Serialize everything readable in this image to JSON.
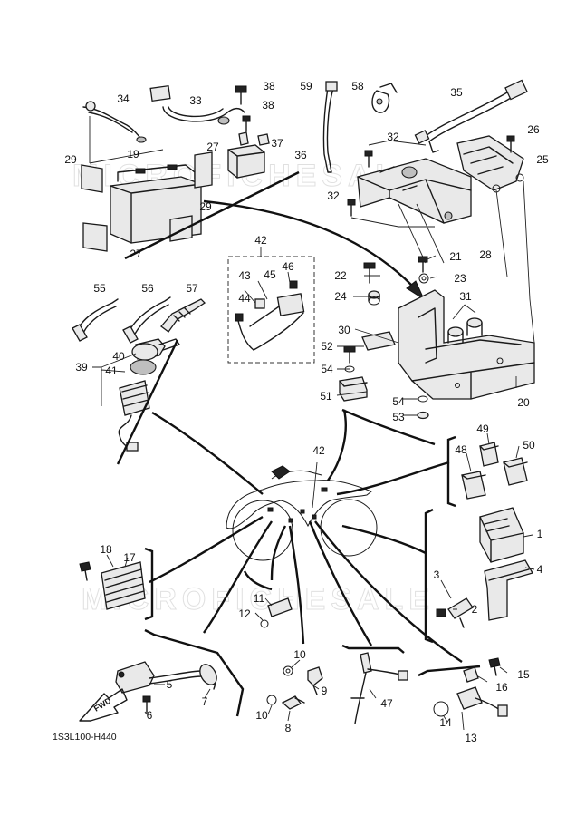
{
  "diagram_code": "1S3L100-H440",
  "fwd_label": "FWD",
  "watermark": "MICROFICHESALE",
  "callouts": {
    "c1": "1",
    "c2": "2",
    "c3": "3",
    "c4": "4",
    "c5": "5",
    "c6": "6",
    "c7": "7",
    "c8": "8",
    "c9": "9",
    "c10a": "10",
    "c10b": "10",
    "c11": "11",
    "c12": "12",
    "c13": "13",
    "c14": "14",
    "c15": "15",
    "c16": "16",
    "c17": "17",
    "c18": "18",
    "c19": "19",
    "c20": "20",
    "c21": "21",
    "c22": "22",
    "c23": "23",
    "c24": "24",
    "c25": "25",
    "c26": "26",
    "c27a": "27",
    "c27b": "27",
    "c28": "28",
    "c29a": "29",
    "c29b": "29",
    "c30": "30",
    "c31": "31",
    "c32a": "32",
    "c32b": "32",
    "c33": "33",
    "c34": "34",
    "c35": "35",
    "c36": "36",
    "c37": "37",
    "c38a": "38",
    "c38b": "38",
    "c39": "39",
    "c40": "40",
    "c41": "41",
    "c42a": "42",
    "c42b": "42",
    "c43": "43",
    "c44": "44",
    "c45": "45",
    "c46": "46",
    "c47": "47",
    "c48": "48",
    "c49": "49",
    "c50": "50",
    "c51": "51",
    "c52": "52",
    "c53": "53",
    "c54a": "54",
    "c54b": "54",
    "c55": "55",
    "c56": "56",
    "c57": "57",
    "c58": "58",
    "c59": "59"
  }
}
